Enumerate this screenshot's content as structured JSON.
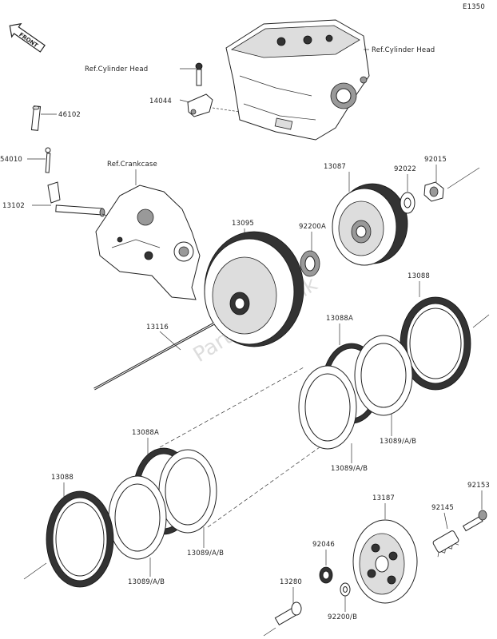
{
  "figure_id": "E1350",
  "front_badge": "FRONT",
  "watermark": "PartsRepublik",
  "labels": {
    "ref_cylinder_head_right": "Ref.Cylinder Head",
    "ref_cylinder_head_left": "Ref.Cylinder Head",
    "p14044": "14044",
    "p46102": "46102",
    "p54010": "54010",
    "ref_crankcase": "Ref.Crankcase",
    "p13102": "13102",
    "p13087": "13087",
    "p92022": "92022",
    "p92015": "92015",
    "p13095": "13095",
    "p92200A": "92200A",
    "p13088_top": "13088",
    "p13116": "13116",
    "p13088A_top": "13088A",
    "p13089AB_1": "13089/A/B",
    "p13089AB_2": "13089/A/B",
    "p13088A_bot": "13088A",
    "p13088_bot": "13088",
    "p13089AB_3": "13089/A/B",
    "p13089AB_4": "13089/A/B",
    "p13187": "13187",
    "p92153": "92153",
    "p92145": "92145",
    "p92046": "92046",
    "p13280": "13280",
    "p92200B": "92200/B"
  }
}
